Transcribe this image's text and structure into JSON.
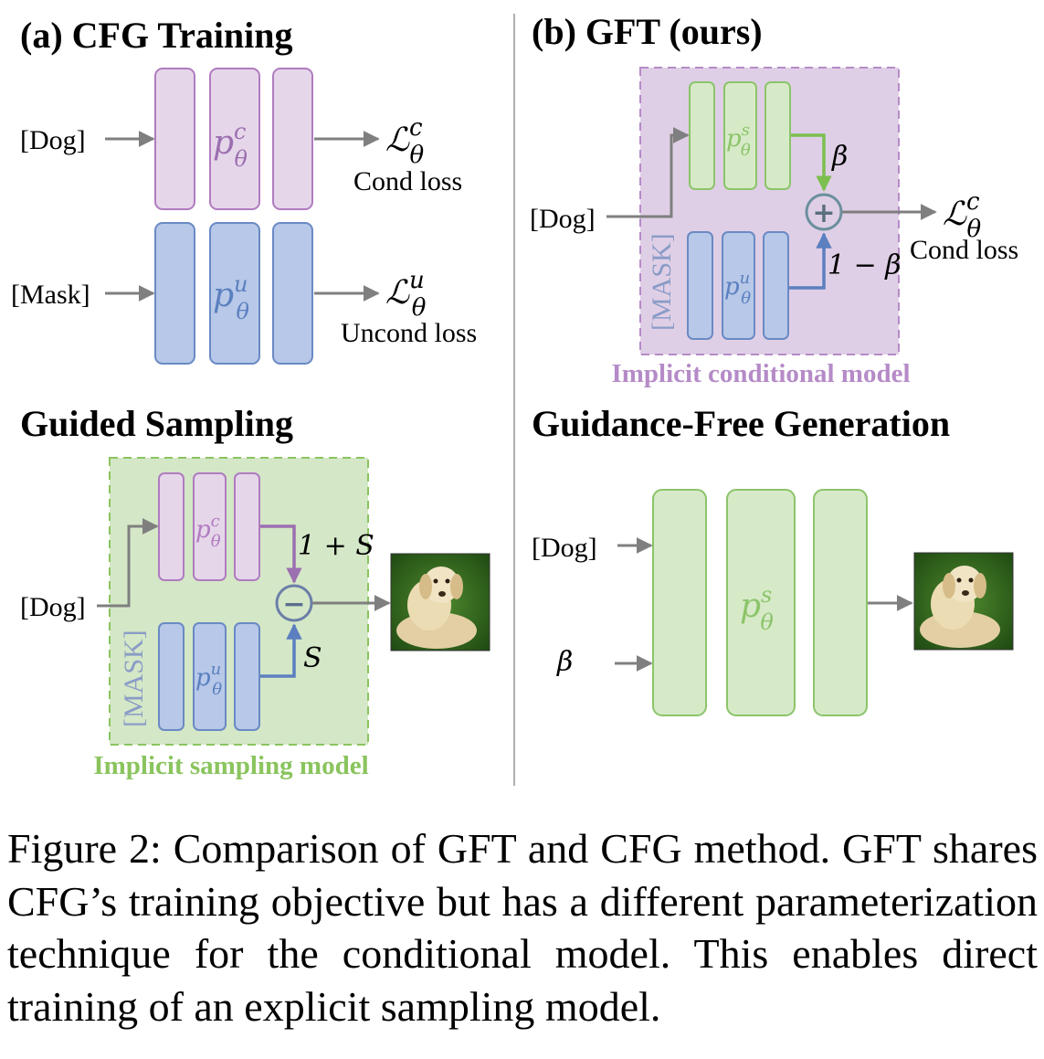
{
  "panels": {
    "cfg_training": {
      "title": "(a) CFG Training",
      "cond_input": "[Dog]",
      "uncond_input": "[Mask]",
      "cond_model": "p",
      "cond_model_sup": "c",
      "cond_model_sub": "θ",
      "uncond_model": "p",
      "uncond_model_sup": "u",
      "uncond_model_sub": "θ",
      "cond_loss_symbol": "ℒ",
      "cond_loss_sup": "c",
      "cond_loss_sub": "θ",
      "cond_loss_label": "Cond loss",
      "uncond_loss_symbol": "ℒ",
      "uncond_loss_sup": "u",
      "uncond_loss_sub": "θ",
      "uncond_loss_label": "Uncond loss"
    },
    "gft": {
      "title": "(b) GFT (ours)",
      "input": "[Dog]",
      "mask_label": "[MASK]",
      "sampling_model": "p",
      "sampling_model_sup": "s",
      "sampling_model_sub": "θ",
      "uncond_model": "p",
      "uncond_model_sup": "u",
      "uncond_model_sub": "θ",
      "beta": "β",
      "one_minus_beta": "1 − β",
      "plus": "+",
      "loss_symbol": "ℒ",
      "loss_sup": "c",
      "loss_sub": "θ",
      "loss_label": "Cond loss",
      "box_label": "Implicit conditional model"
    },
    "guided_sampling": {
      "title": "Guided Sampling",
      "input": "[Dog]",
      "mask_label": "[MASK]",
      "cond_model": "p",
      "cond_model_sup": "c",
      "cond_model_sub": "θ",
      "uncond_model": "p",
      "uncond_model_sup": "u",
      "uncond_model_sub": "θ",
      "one_plus_s": "1 + S",
      "s": "S",
      "minus": "−",
      "box_label": "Implicit sampling model"
    },
    "guidance_free": {
      "title": "Guidance-Free Generation",
      "input_dog": "[Dog]",
      "input_beta": "β",
      "model": "p",
      "model_sup": "s",
      "model_sub": "θ"
    }
  },
  "caption": "Figure 2: Comparison of GFT and CFG method. GFT shares CFG’s training objective but has a different parameterization technique for the conditional model. This enables direct training of an explicit sampling model.",
  "colors": {
    "purple_fill": "#e6d6ea",
    "purple_stroke": "#b07cc0",
    "blue_fill": "#b7c8e8",
    "blue_stroke": "#6a8ac4",
    "green_fill": "#d6eac8",
    "green_stroke": "#8cc46a",
    "gft_bg": "#dfcfe6",
    "sample_bg": "#d4e7c7",
    "arrow": "#7f7f7f",
    "implicit_purple": "#b58bc7",
    "implicit_green": "#8ac45e"
  }
}
